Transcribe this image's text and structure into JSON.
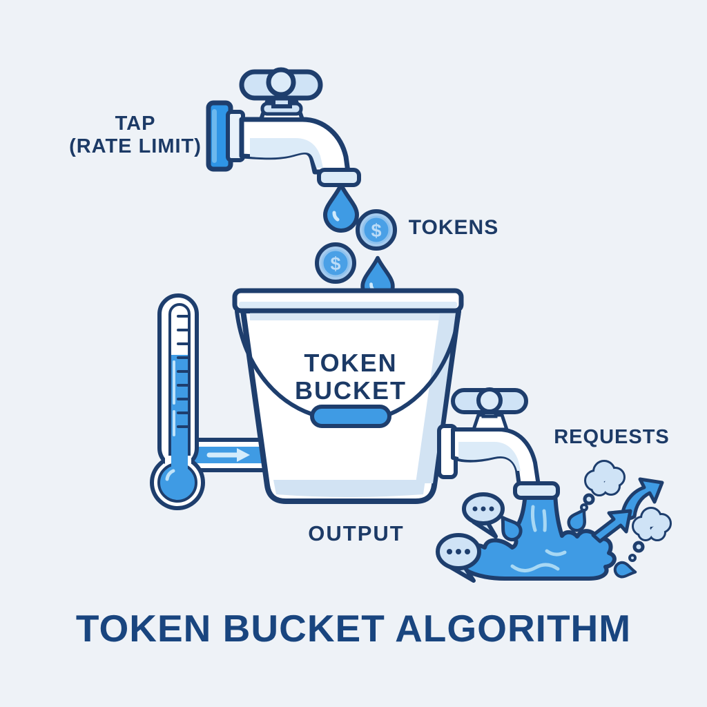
{
  "title": {
    "text": "TOKEN BUCKET ALGORITHM"
  },
  "labels": {
    "tap_line1": "TAP",
    "tap_line2": "(RATE LIMIT)",
    "tokens": "TOKENS",
    "bucket_line1": "TOKEN",
    "bucket_line2": "BUCKET",
    "output": "OUTPUT",
    "requests": "REQUESTS"
  },
  "tokens": {
    "coin_symbol": "$",
    "coin_count": 2,
    "drop_count": 2
  },
  "icons": [
    "tap-icon",
    "water-drop-icon",
    "token-coin-icon",
    "bucket-icon",
    "bucket-handle-icon",
    "level-gauge-icon",
    "inflow-pipe-arrow-icon",
    "output-tap-icon",
    "water-splash-icon",
    "speech-bubble-icon",
    "thought-cloud-icon",
    "up-right-arrow-icon"
  ],
  "colors": {
    "background": "#eef2f7",
    "outline_navy": "#1e3e6d",
    "water_blue": "#3f9be4",
    "plate_blue": "#2f95e6",
    "light_fill": "#cfe3f6",
    "pale_fill": "#dcebf8",
    "shade_fill": "#d2e3f3",
    "highlight": "#bfe3fa",
    "label_text": "#1c3a66",
    "title_text": "#19457f"
  }
}
